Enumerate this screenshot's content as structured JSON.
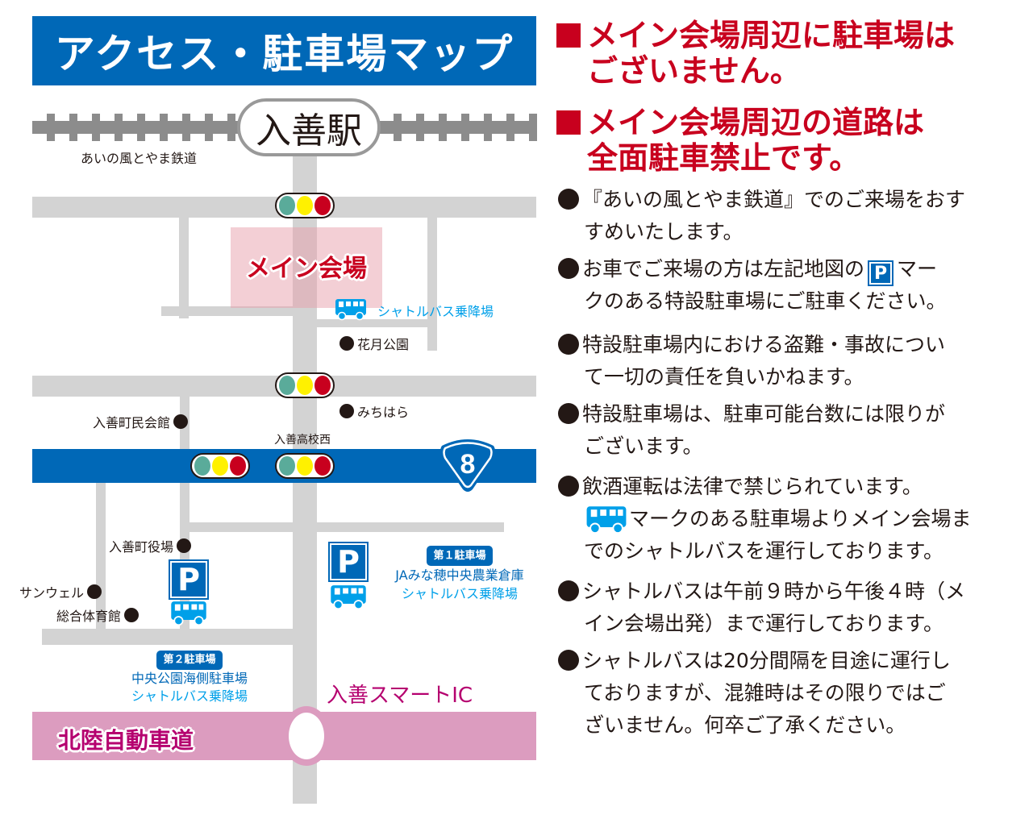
{
  "header": {
    "title": "アクセス・駐車場マップ"
  },
  "map": {
    "station": "入善駅",
    "railway_label": "あいの風とやま鉄道",
    "venue_label": "メイン会場",
    "venue_shuttle_stop": "シャトルバス乗降場",
    "intersection_label": "入善高校西",
    "route_number": "8",
    "landmarks": {
      "kagetsu_park": "花月公園",
      "michihara": "みちはら",
      "community_hall": "入善町民会館",
      "town_hall": "入善町役場",
      "sunwell": "サンウェル",
      "gymnasium": "総合体育館"
    },
    "parking_lot_1": {
      "badge": "第１駐車場",
      "name": "JAみな穂中央農業倉庫",
      "shuttle": "シャトルバス乗降場"
    },
    "parking_lot_2": {
      "badge": "第２駐車場",
      "name": "中央公園海側駐車場",
      "shuttle": "シャトルバス乗降場"
    },
    "parking_symbol": "P",
    "expressway_label": "北陸自動車道",
    "interchange_label": "入善スマートIC"
  },
  "notices": {
    "warning_1": {
      "line1": "メイン会場周辺に駐車場は",
      "line2": "ございません。"
    },
    "warning_2": {
      "line1": "メイン会場周辺の道路は",
      "line2": "全面駐車禁止です。"
    },
    "items": [
      {
        "line1": "『あいの風とやま鉄道』でのご来場をおす",
        "line2": "すめいたします。"
      },
      {
        "pre": "お車でご来場の方は左記地図の",
        "post": "マー",
        "line2": "クのある特設駐車場にご駐車ください。"
      },
      {
        "line1": "特設駐車場内における盗難・事故につい",
        "line2": "て一切の責任を負いかねます。"
      },
      {
        "line1": "特設駐車場は、駐車可能台数には限りが",
        "line2": "ございます。"
      },
      {
        "line1": "飲酒運転は法律で禁じられています。",
        "line2": "マークのある駐車場よりメイン会場ま",
        "line3": "でのシャトルバスを運行しております。"
      },
      {
        "line1": "シャトルバスは午前９時から午後４時（メ",
        "line2": "イン会場出発）まで運行しております。"
      },
      {
        "line1": "シャトルバスは20分間隔を目途に運行し",
        "line2": "ておりますが、混雑時はその限りではご",
        "line3": "ざいません。何卒ご了承ください。"
      }
    ]
  },
  "colors": {
    "brand_blue": "#0068b7",
    "warning_red": "#c8001e",
    "shuttle_blue": "#00a0e9",
    "expressway_pink": "#dc9cbf",
    "road_gray": "#d3d3d3"
  }
}
